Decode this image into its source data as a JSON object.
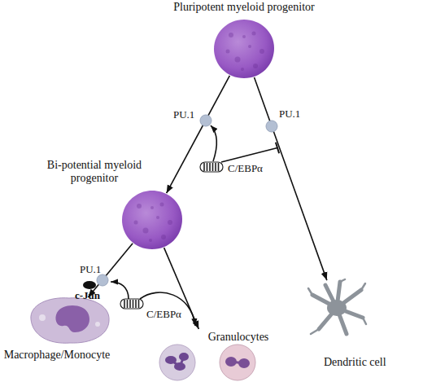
{
  "diagram": {
    "nodes": [
      {
        "text": [
          "Pluripotent myeloid progenitor"
        ]
      },
      {
        "text": [
          "Bi-potential myeloid progenitor"
        ]
      },
      {
        "text": [
          "Macrophage/Monocyte"
        ]
      },
      {
        "text": [
          "Granulocytes"
        ]
      },
      {
        "text": [
          "Dendritic cell"
        ]
      }
    ],
    "edges": [
      {
        "from": 0,
        "to": 1,
        "arrow": "to"
      },
      {
        "from": 0,
        "to": 4,
        "arrow": "to"
      },
      {
        "from": 1,
        "to": 2,
        "arrow": "to"
      },
      {
        "from": 1,
        "to": 3,
        "arrow": "to"
      }
    ],
    "labels": [
      "PU.1",
      "PU.1",
      "C/EBPα",
      "PU.1",
      "c-Jun",
      "C/EBPα"
    ]
  }
}
